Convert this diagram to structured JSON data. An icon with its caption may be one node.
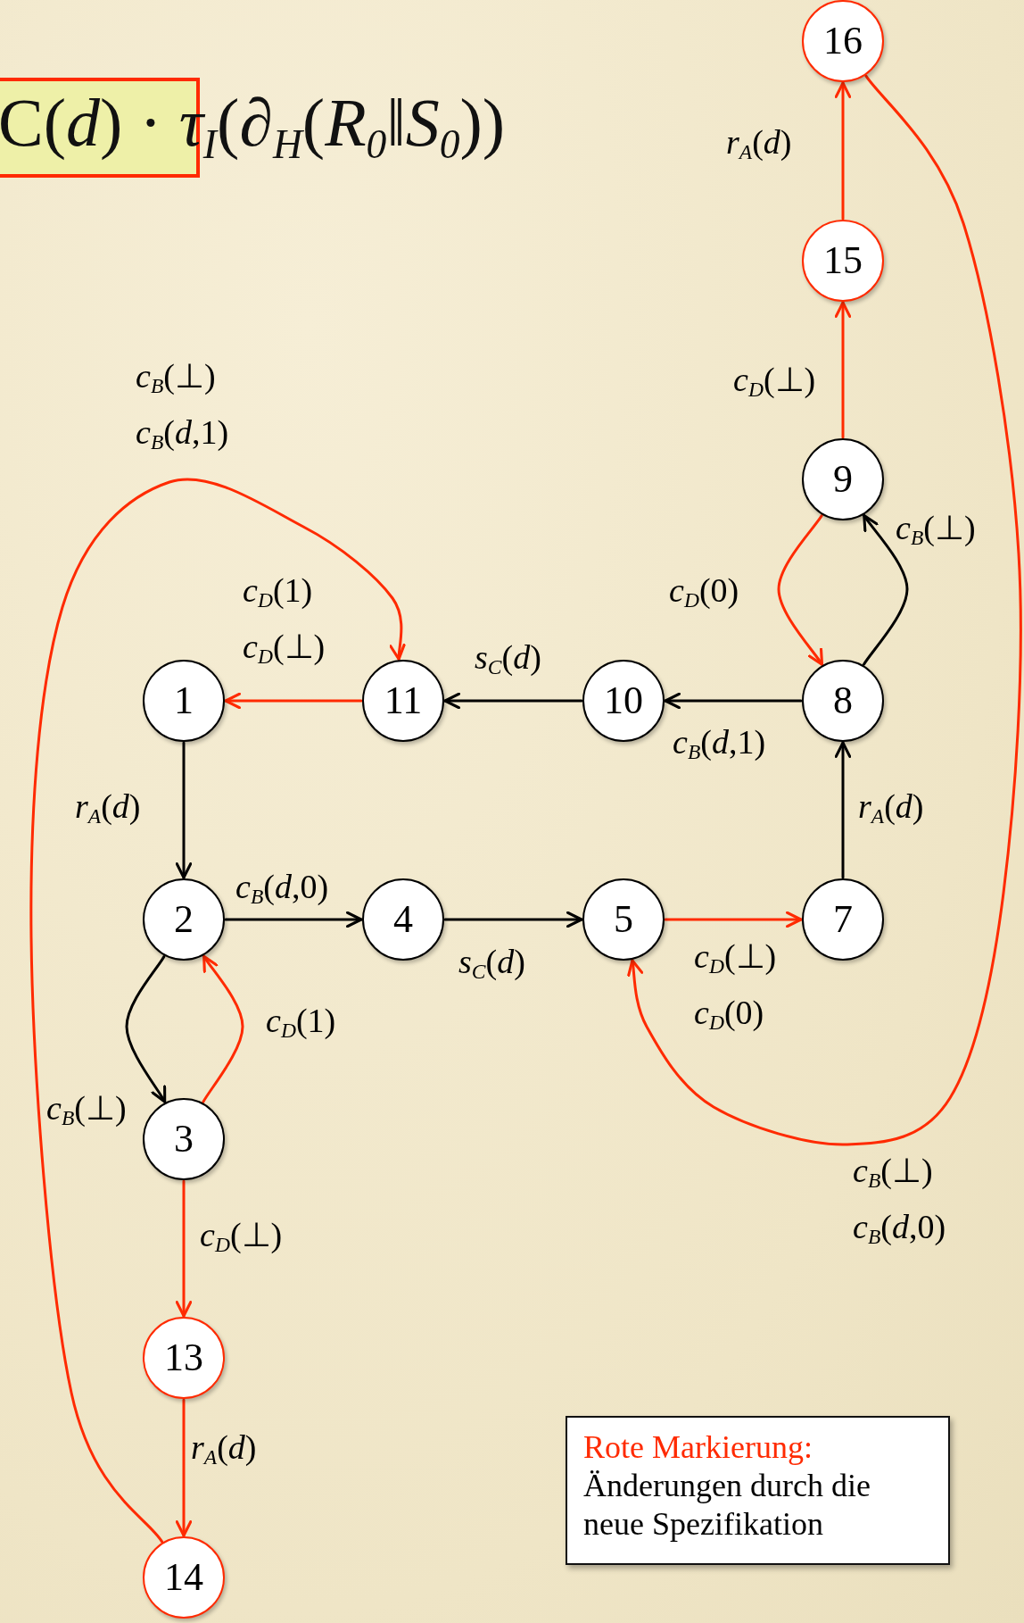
{
  "diagram": {
    "title": "C(*d*) · *τ*$_{I}$(∂$_{H}$(*R*$_{0}$‖*S*$_{0}$))",
    "nodes": [
      {
        "text": [
          "1"
        ]
      },
      {
        "text": [
          "2"
        ]
      },
      {
        "text": [
          "3"
        ]
      },
      {
        "text": [
          "4"
        ]
      },
      {
        "text": [
          "5"
        ]
      },
      {
        "text": [
          "7"
        ]
      },
      {
        "text": [
          "8"
        ]
      },
      {
        "text": [
          "9"
        ]
      },
      {
        "text": [
          "10"
        ]
      },
      {
        "text": [
          "11"
        ]
      },
      {
        "text": [
          "13"
        ]
      },
      {
        "text": [
          "14"
        ]
      },
      {
        "text": [
          "15"
        ]
      },
      {
        "text": [
          "16"
        ]
      },
      {
        "text": [
          "Rote Markierung:",
          "Änderungen durch die neue Spezifikation"
        ]
      }
    ],
    "edges": [
      {
        "from": 0,
        "to": 1,
        "arrow": "to",
        "label": "*r*$_{A}$(*d*)",
        "color": "#000000"
      },
      {
        "from": 1,
        "to": 3,
        "arrow": "to",
        "label": "*c*$_{B}$(*d*,0)",
        "color": "#000000"
      },
      {
        "from": 3,
        "to": 4,
        "arrow": "to",
        "label": "*s*$_{C}$(*d*)",
        "color": "#000000"
      },
      {
        "from": 4,
        "to": 5,
        "arrow": "to",
        "label": "*c*$_{D}$(⊥) *c*$_{D}$(0)"
      },
      {
        "from": 5,
        "to": 6,
        "arrow": "to",
        "label": "*r*$_{A}$(*d*)",
        "color": "#000000"
      },
      {
        "from": 6,
        "to": 8,
        "arrow": "to",
        "label": "*c*$_{B}$(*d*,1)",
        "color": "#000000"
      },
      {
        "from": 8,
        "to": 9,
        "arrow": "to",
        "label": "*s*$_{C}$(*d*)",
        "color": "#000000"
      },
      {
        "from": 9,
        "to": 0,
        "arrow": "to",
        "label": "*c*$_{D}$(1) *c*$_{D}$(⊥)"
      },
      {
        "from": 1,
        "to": 2,
        "arrow": "to",
        "label": "*c*$_{B}$(⊥)",
        "color": "#000000"
      },
      {
        "from": 2,
        "to": 1,
        "arrow": "to",
        "label": "*c*$_{D}$(1)"
      },
      {
        "from": 2,
        "to": 10,
        "arrow": "to",
        "label": "*c*$_{D}$(⊥)"
      },
      {
        "from": 10,
        "to": 11,
        "arrow": "to",
        "label": "*r*$_{A}$(*d*)"
      },
      {
        "from": 11,
        "to": 9,
        "arrow": "to",
        "label": "*c*$_{B}$(⊥) *c*$_{B}$(*d*,1)"
      },
      {
        "from": 6,
        "to": 7,
        "arrow": "to",
        "label": "*c*$_{B}$(⊥)",
        "color": "#000000"
      },
      {
        "from": 7,
        "to": 6,
        "arrow": "to",
        "label": "*c*$_{D}$(0)"
      },
      {
        "from": 7,
        "to": 12,
        "arrow": "to",
        "label": "*c*$_{D}$(⊥)"
      },
      {
        "from": 12,
        "to": 13,
        "arrow": "to",
        "label": "*r*$_{A}$(*d*)"
      },
      {
        "from": 13,
        "to": 4,
        "arrow": "to",
        "label": "*c*$_{B}$(⊥) *c*$_{B}$(*d*,0)"
      }
    ]
  }
}
